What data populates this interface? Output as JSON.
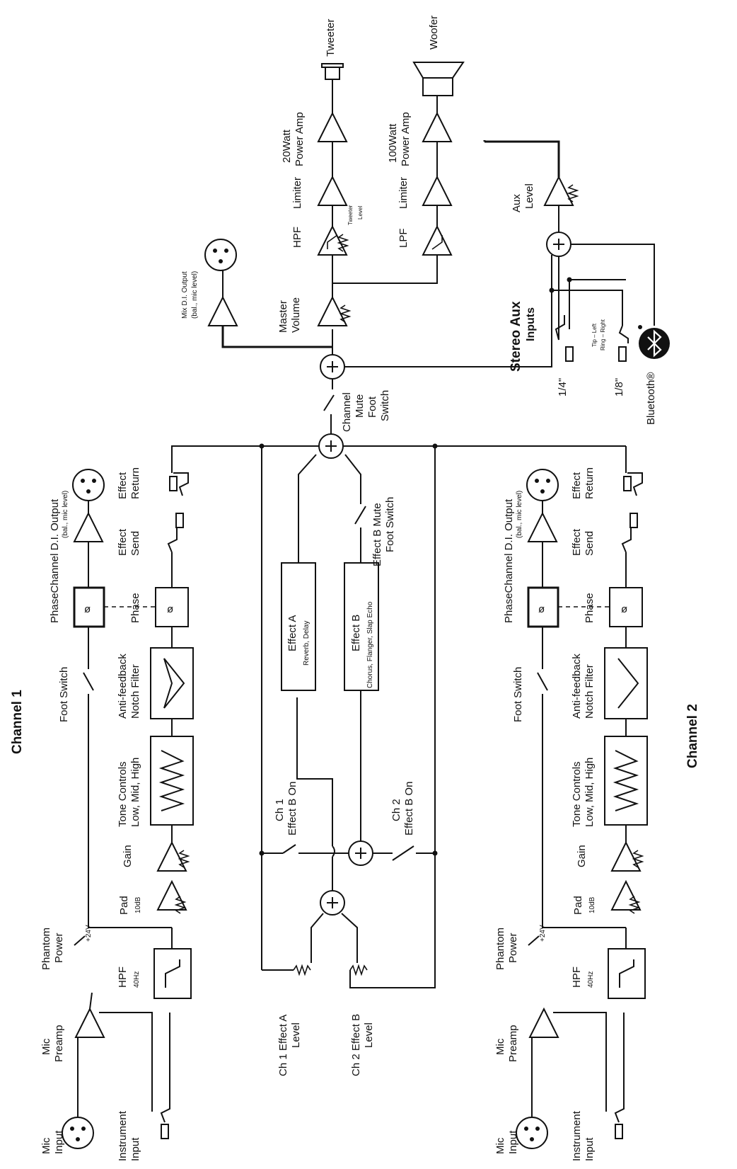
{
  "channels": {
    "ch1_title": "Channel 1",
    "ch2_title": "Channel 2",
    "mic_input": [
      "Mic",
      "Input"
    ],
    "instrument_input": [
      "Instrument",
      "Input"
    ],
    "mic_preamp": [
      "Mic",
      "Preamp"
    ],
    "phantom_power": [
      "Phantom",
      "Power"
    ],
    "phantom_voltage": "+24V",
    "hpf": [
      "HPF",
      "40Hz"
    ],
    "pad": [
      "Pad",
      "10dB"
    ],
    "gain": "Gain",
    "tone_controls": [
      "Tone Controls",
      "Low, Mid, High"
    ],
    "notch_filter": [
      "Anti-feedback",
      "Notch Filter"
    ],
    "foot_switch": "Foot Switch",
    "phase": "Phase",
    "phase_glyph": "ø",
    "di_output_overlap": "PhaseChannel D.I. Output",
    "di_output_sub": "(bal., mic level)",
    "effect_send": [
      "Effect",
      "Send"
    ],
    "effect_return": [
      "Effect",
      "Return"
    ]
  },
  "effects": {
    "effect_a": [
      "Effect A",
      "Reverb, Delay"
    ],
    "effect_b": [
      "Effect B",
      "Chorus, Flanger, Slap Echo"
    ],
    "effect_b_mute": [
      "Effect B Mute",
      "Foot Switch"
    ],
    "ch1_effect_b_on": [
      "Ch 1",
      "Effect B On"
    ],
    "ch2_effect_b_on": [
      "Ch 2",
      "Effect B On"
    ],
    "ch1_effect_a_level": [
      "Ch 1 Effect A",
      "Level"
    ],
    "ch2_effect_b_level": [
      "Ch 2 Effect B",
      "Level"
    ]
  },
  "master": {
    "channel_mute": [
      "Channel",
      "Mute",
      "Foot",
      "Switch"
    ],
    "master_volume": [
      "Master",
      "Volume"
    ],
    "mix_di": [
      "Mix D.I. Output",
      "(bal., mic level)"
    ],
    "hpf": "HPF",
    "lpf": "LPF",
    "tweeter_level": [
      "Tweeter",
      "Level"
    ],
    "limiter": "Limiter",
    "power_20w": [
      "20Watt",
      "Power Amp"
    ],
    "power_100w": [
      "100Watt",
      "Power Amp"
    ],
    "tweeter": "Tweeter",
    "woofer": "Woofer"
  },
  "aux": {
    "stereo_aux": [
      "Stereo Aux",
      "Inputs"
    ],
    "quarter_inch": "1/4\"",
    "eighth_inch": "1/8\"",
    "tip_left": "Tip – Left",
    "ring_right": "Ring – Right",
    "bluetooth": "Bluetooth®",
    "aux_level": [
      "Aux",
      "Level"
    ]
  },
  "colors": {
    "ink": "#111111",
    "background": "#ffffff"
  }
}
